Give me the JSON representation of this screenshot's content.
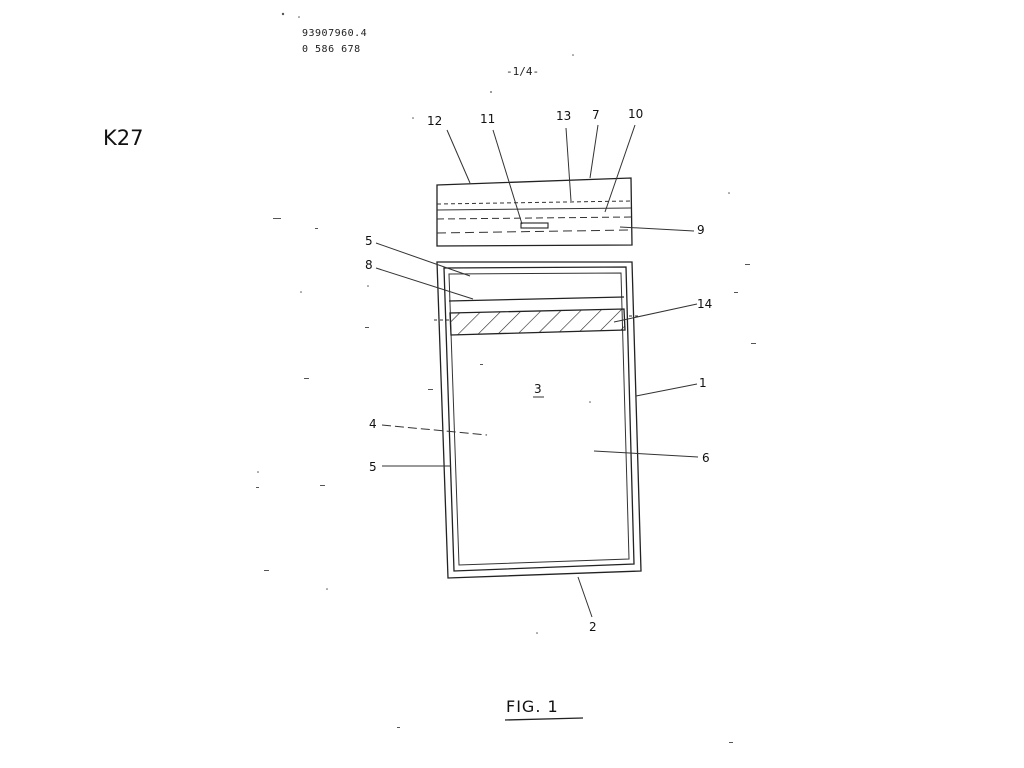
{
  "header": {
    "doc_number": "93907960.4",
    "pub_number": "0 586 678",
    "page_marker": "-1/4-"
  },
  "sheet_tag": "K27",
  "figure": {
    "caption": "FIG. 1",
    "center_label": "3",
    "reference_numerals": [
      "12",
      "11",
      "13",
      "7",
      "10",
      "9",
      "5",
      "8",
      "14",
      "1",
      "4",
      "5",
      "6",
      "2"
    ]
  }
}
